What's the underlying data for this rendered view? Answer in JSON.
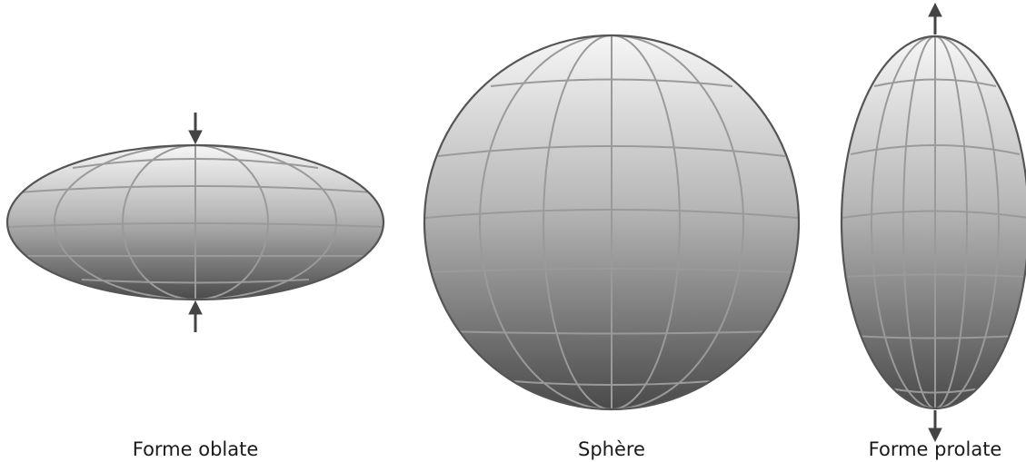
{
  "labels": {
    "oblate": "Forme oblate",
    "sphere": "Sphère",
    "prolate": "Forme prolate"
  },
  "colors": {
    "gradient_top": "#f6f6f6",
    "gradient_bottom": "#4a4a4a",
    "outline": "#555555",
    "grid_lines": "#9a9a9a",
    "arrows": "#444444"
  }
}
